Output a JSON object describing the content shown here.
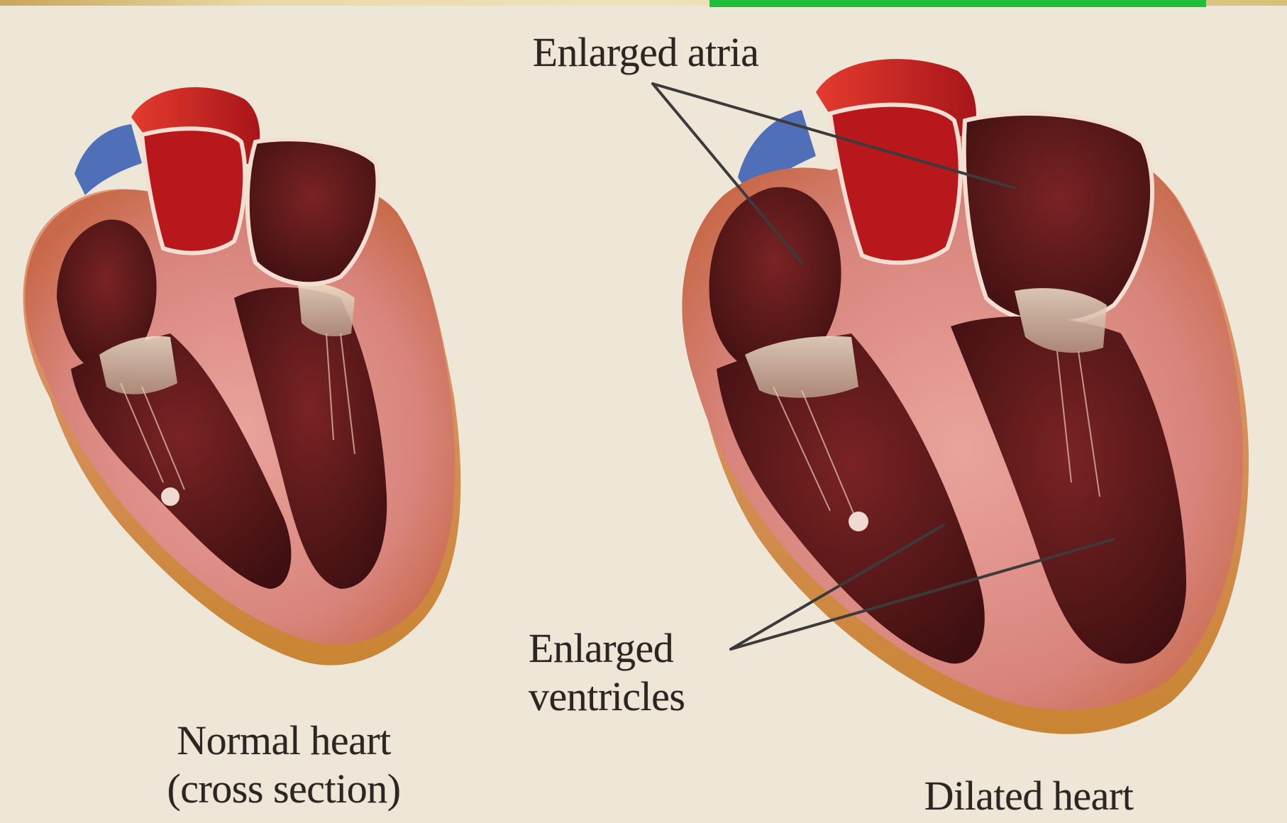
{
  "labels": {
    "enlarged_atria": "Enlarged atria",
    "enlarged_ventricles_line1": "Enlarged",
    "enlarged_ventricles_line2": "ventricles",
    "normal_heart_line1": "Normal heart",
    "normal_heart_line2": "(cross section)",
    "dilated_heart": "Dilated heart"
  },
  "colors": {
    "background": "#eee6d6",
    "myocardium": "#d8847c",
    "chamber_dark": "#4a1414",
    "aorta_red": "#c4221f",
    "vein_blue": "#4f6fb8",
    "banner_green": "#1fbf3a",
    "label_text": "#2b2622"
  }
}
